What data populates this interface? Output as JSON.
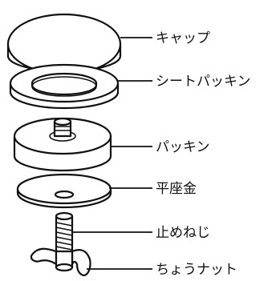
{
  "diagram": {
    "labels": {
      "cap": "キャップ",
      "seat_packing": "シートパッキン",
      "packing": "パッキン",
      "flat_washer": "平座金",
      "retaining_screw": "止めねじ",
      "wing_nut": "ちょうナット"
    }
  }
}
